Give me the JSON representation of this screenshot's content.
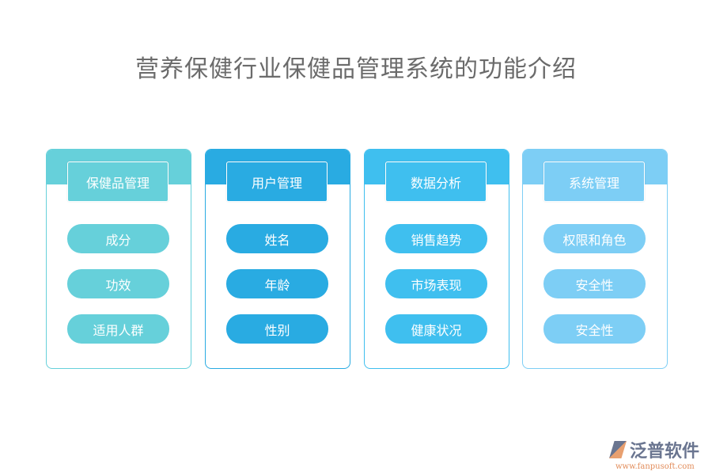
{
  "title": "营养保健行业保健品管理系统的功能介绍",
  "columns": [
    {
      "header": "保健品管理",
      "color": "#66d0da",
      "items": [
        "成分",
        "功效",
        "适用人群"
      ]
    },
    {
      "header": "用户管理",
      "color": "#29abe2",
      "items": [
        "姓名",
        "年龄",
        "性别"
      ]
    },
    {
      "header": "数据分析",
      "color": "#3fbfef",
      "items": [
        "销售趋势",
        "市场表现",
        "健康状况"
      ]
    },
    {
      "header": "系统管理",
      "color": "#7dcef5",
      "items": [
        "权限和角色",
        "安全性",
        "安全性"
      ]
    }
  ],
  "logo": {
    "name": "泛普软件",
    "url": "www.fanpusoft.com"
  }
}
